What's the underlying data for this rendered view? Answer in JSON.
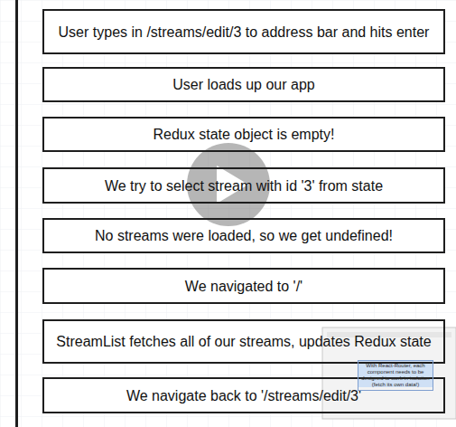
{
  "diagram": {
    "nodes": [
      {
        "text": [
          "User types in /streams/edit/3 to address bar and hits enter"
        ]
      },
      {
        "text": [
          "User loads up our app"
        ]
      },
      {
        "text": [
          "Redux state object is empty!"
        ]
      },
      {
        "text": [
          "We try to select stream with id '3' from state"
        ]
      },
      {
        "text": [
          "No streams were loaded, so we get undefined!"
        ]
      },
      {
        "text": [
          "We navigated to '/'"
        ]
      },
      {
        "text": [
          "StreamList fetches all of our streams, updates Redux state"
        ]
      },
      {
        "text": [
          "We navigate back to '/streams/edit/3'"
        ]
      },
      {
        "text": [
          "With React-Router, each component needs to be designed to work in isolation (fetch its own data!)"
        ]
      }
    ]
  }
}
